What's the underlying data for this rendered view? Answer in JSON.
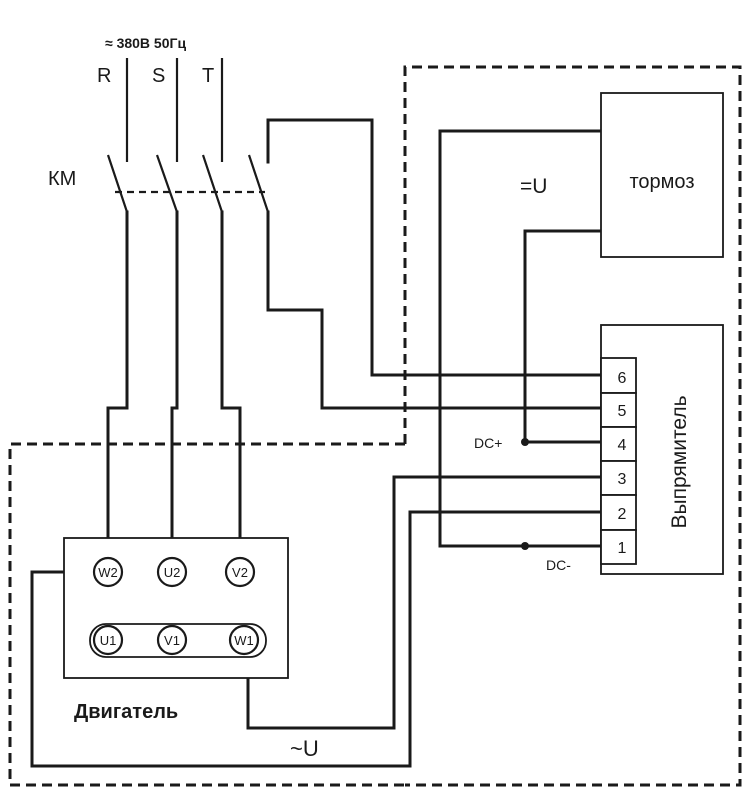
{
  "supply": {
    "label": "≈ 380В 50Гц",
    "phases": [
      "R",
      "S",
      "T"
    ]
  },
  "contactor": {
    "label": "КМ"
  },
  "brake": {
    "label": "тормоз",
    "dc_voltage": "=U"
  },
  "rectifier": {
    "label": "Выпрямитель",
    "terminals": [
      "6",
      "5",
      "4",
      "3",
      "2",
      "1"
    ],
    "dc_plus": "DC+",
    "dc_minus": "DC-"
  },
  "motor": {
    "label": "Двигатель",
    "top_terminals": [
      "W2",
      "U2",
      "V2"
    ],
    "bottom_terminals": [
      "U1",
      "V1",
      "W1"
    ],
    "ac_voltage": "~U"
  }
}
